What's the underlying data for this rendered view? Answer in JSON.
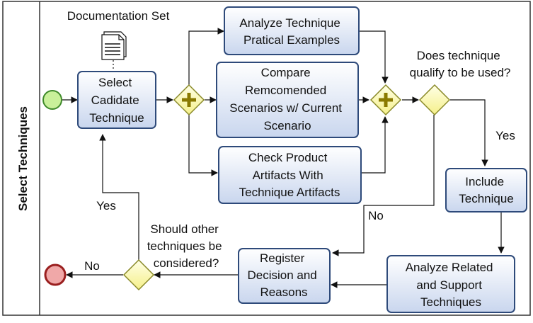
{
  "lane": {
    "label": "Select Techniques"
  },
  "data_object": {
    "label": "Documentation Set"
  },
  "tasks": {
    "select": [
      "Select",
      "Cadidate",
      "Technique"
    ],
    "analyze_examples": [
      "Analyze Technique",
      "Pratical Examples"
    ],
    "compare": [
      "Compare",
      "Remcomended",
      "Scenarios  w/ Current",
      "Scenario"
    ],
    "check": [
      "Check Product",
      "Artifacts With",
      "Technique Artifacts"
    ],
    "include": [
      "Include",
      "Technique"
    ],
    "analyze_related": [
      "Analyze Related",
      "and Support",
      "Techniques"
    ],
    "register": [
      "Register",
      "Decision and",
      "Reasons"
    ]
  },
  "gateways": {
    "qualify_question": [
      "Does technique",
      "qualify to be used?"
    ],
    "other_question": [
      "Should other",
      "techniques be",
      "considered?"
    ]
  },
  "flow_labels": {
    "yes_include": "Yes",
    "no_register": "No",
    "yes_loop": "Yes",
    "no_end": "No"
  },
  "colors": {
    "task_fill_top": "#ffffff",
    "task_fill_bottom": "#c9d6ee",
    "task_stroke": "#2e4a7a",
    "gateway_fill": "#ffffb8",
    "gateway_stroke": "#8a8a2a",
    "start_fill": "#c9f09a",
    "start_stroke": "#3f8a2a",
    "end_fill": "#f0a8a8",
    "end_stroke": "#9a1f1f"
  }
}
